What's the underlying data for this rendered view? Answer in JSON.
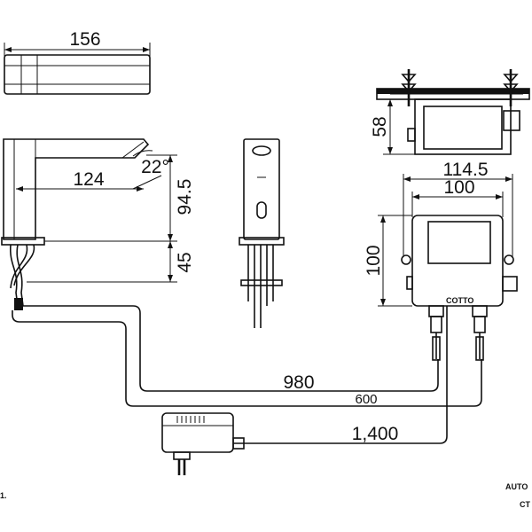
{
  "dimensions": {
    "spout_length": "156",
    "spout_reach": "124",
    "spout_angle": "22°",
    "spout_height": "94.5",
    "base_height": "45",
    "box_depth": "58",
    "box_outer_width": "114.5",
    "box_width": "100",
    "box_height": "100",
    "cable_sensor": "980",
    "cable_water": "600",
    "cable_power": "1,400"
  },
  "labels": {
    "brand": "COTTO",
    "note_left": "1.",
    "note_right_top": "AUTO",
    "note_right_bottom": "CT"
  }
}
